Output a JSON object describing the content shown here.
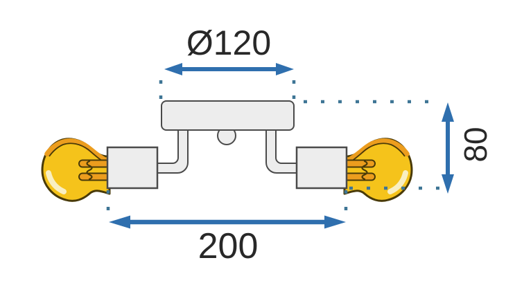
{
  "meta": {
    "description": "Technical dimension diagram of a two-bulb ceiling lamp fixture"
  },
  "dimensions": {
    "diameter": {
      "label": "Ø120",
      "value": 120
    },
    "width": {
      "label": "200",
      "value": 200
    },
    "height": {
      "label": "80",
      "value": 80
    }
  },
  "colors": {
    "background": "#FFFFFF",
    "dimension_arrow": "#2F6FAE",
    "extension_dots": "#3E7595",
    "dimension_text": "#282828",
    "fixture_fill": "#EDEDED",
    "fixture_stroke": "#4A4A4A",
    "bulb_glass": "#F5C31B",
    "bulb_shade_band": "#EC9D1E",
    "bulb_outline": "#493A08",
    "bulb_highlight": "#F9EFC2"
  }
}
